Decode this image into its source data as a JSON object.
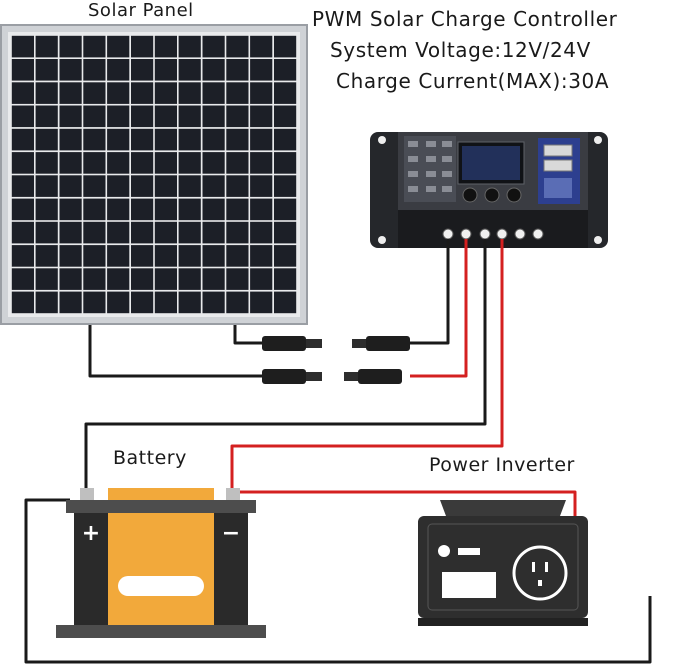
{
  "labels": {
    "solar_panel": "Solar Panel",
    "battery": "Battery",
    "power_inverter": "Power Inverter"
  },
  "title": {
    "line1": "PWM Solar Charge Controller",
    "line2": "System Voltage:12V/24V",
    "line3": "Charge Current(MAX):30A"
  },
  "battery_terminals": {
    "positive": "+",
    "negative": "−"
  },
  "colors": {
    "positive_wire": "#d42020",
    "negative_wire": "#1a1a1a",
    "battery_body": "#f2a93b",
    "inverter_body": "#2e2e2e",
    "panel_cell": "#1c1f27",
    "panel_frame": "#c9ccd1"
  }
}
